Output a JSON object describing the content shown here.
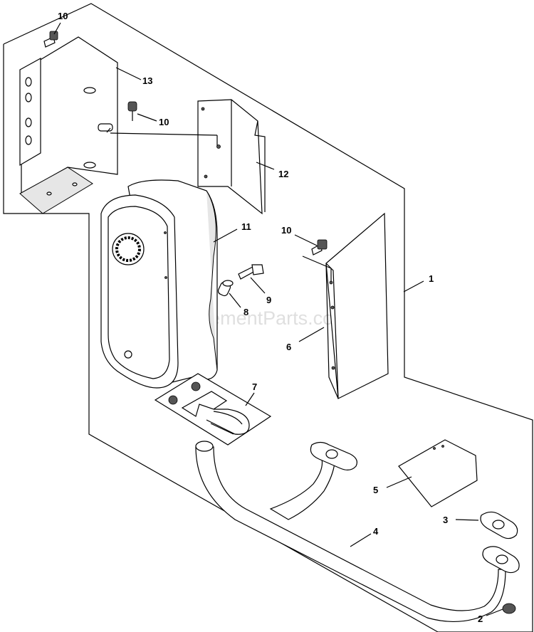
{
  "watermark": "eReplacementParts.com",
  "callouts": {
    "c1": "1",
    "c2": "2",
    "c3": "3",
    "c4": "4",
    "c5": "5",
    "c6": "6",
    "c7": "7",
    "c8": "8",
    "c9": "9",
    "c10a": "10",
    "c10b": "10",
    "c10c": "10",
    "c11": "11",
    "c12": "12",
    "c13": "13"
  }
}
